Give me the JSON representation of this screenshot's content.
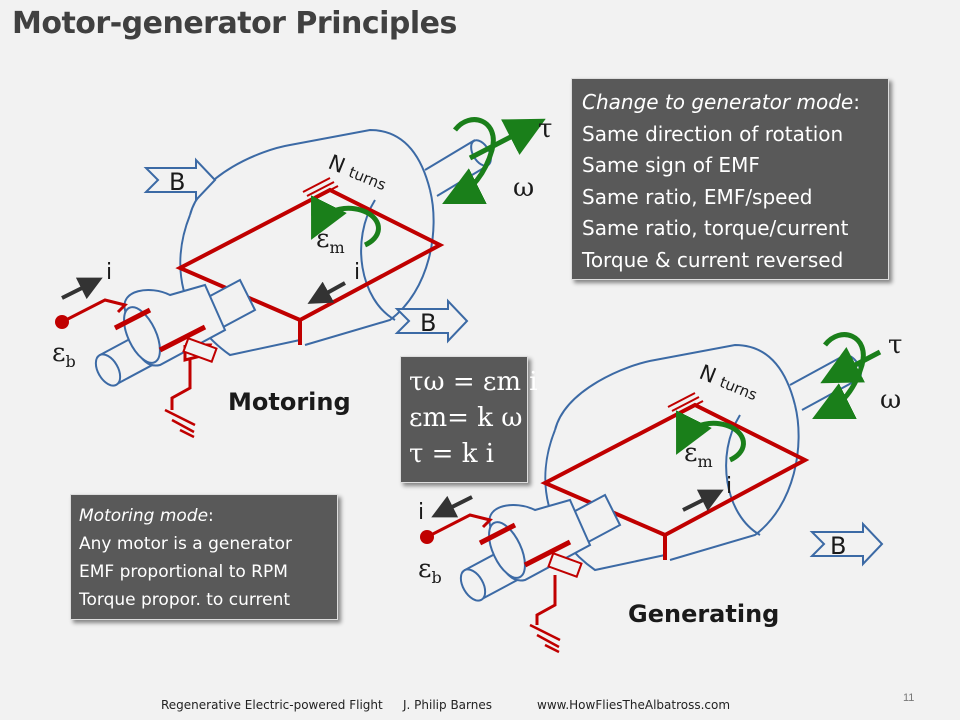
{
  "title": "Motor-generator Principles",
  "generator_box": {
    "heading": "Change to generator mode",
    "heading_suffix": ":",
    "lines": [
      "Same direction of rotation",
      "Same sign of EMF",
      "Same ratio, EMF/speed",
      "Same ratio, torque/current",
      "Torque & current reversed"
    ]
  },
  "motoring_box": {
    "heading": "Motoring mode",
    "heading_suffix": ":",
    "lines": [
      "Any motor is a generator",
      "EMF proportional to RPM",
      "Torque propor. to current"
    ]
  },
  "equations": {
    "line1": "τω = εm i",
    "line2": "εm= k ω",
    "line3": "τ = k i"
  },
  "labels": {
    "motoring": "Motoring",
    "generating": "Generating",
    "n_main": "N",
    "n_sub": "turns",
    "b": "B",
    "tau": "τ",
    "omega": "ω",
    "i": "i",
    "eps": "ε",
    "sub_m": "m",
    "sub_b": "b"
  },
  "colors": {
    "coil": "#c00000",
    "magnet_outline": "#3c6aa5",
    "arrow_green": "#1a7f1a",
    "box_bg": "#595959"
  },
  "footer": {
    "left": "Regenerative Electric-powered Flight",
    "author": "J. Philip Barnes",
    "url": "www.HowFliesTheAlbatross.com",
    "page": "11"
  }
}
